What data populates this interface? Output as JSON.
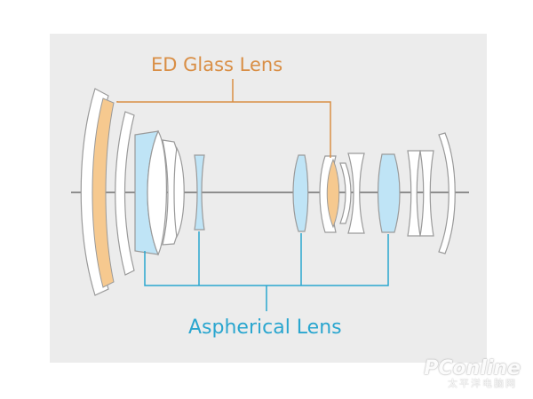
{
  "labels": {
    "ed_glass": "ED Glass Lens",
    "aspherical": "Aspherical Lens"
  },
  "watermark": {
    "brand": "PConline",
    "sub": "太平洋电脑网"
  },
  "colors": {
    "background": "#ececec",
    "ed_glass_fill": "#f6c98f",
    "ed_glass_text": "#d98e45",
    "aspherical_fill": "#bfe4f6",
    "aspherical_text": "#2aa6cf",
    "plain_lens_fill": "#ffffff",
    "lens_outline": "#9a9a9a",
    "axis": "#555555"
  }
}
